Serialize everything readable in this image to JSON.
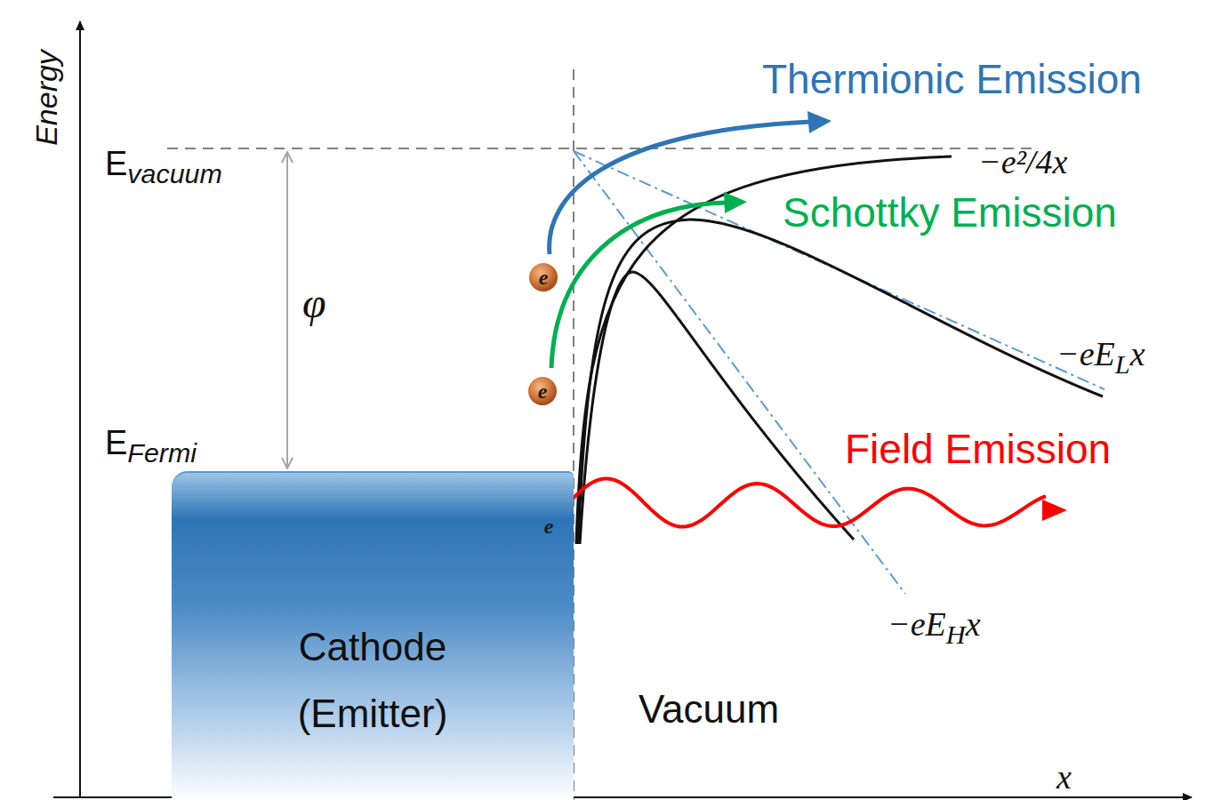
{
  "diagram": {
    "nodes": [
      {
        "text": [
          "Cathode (Emitter)"
        ]
      }
    ],
    "labels": [
      "Energy",
      "E",
      "vacuum",
      "Thermionic Emission",
      "−e²/4x",
      "Schottky Emission",
      "e",
      "φ",
      "e",
      "−eE",
      "L",
      "x",
      "E",
      "Fermi",
      "Field Emission",
      "e",
      "−eE",
      "H",
      "x",
      "Vacuum",
      "x"
    ]
  }
}
